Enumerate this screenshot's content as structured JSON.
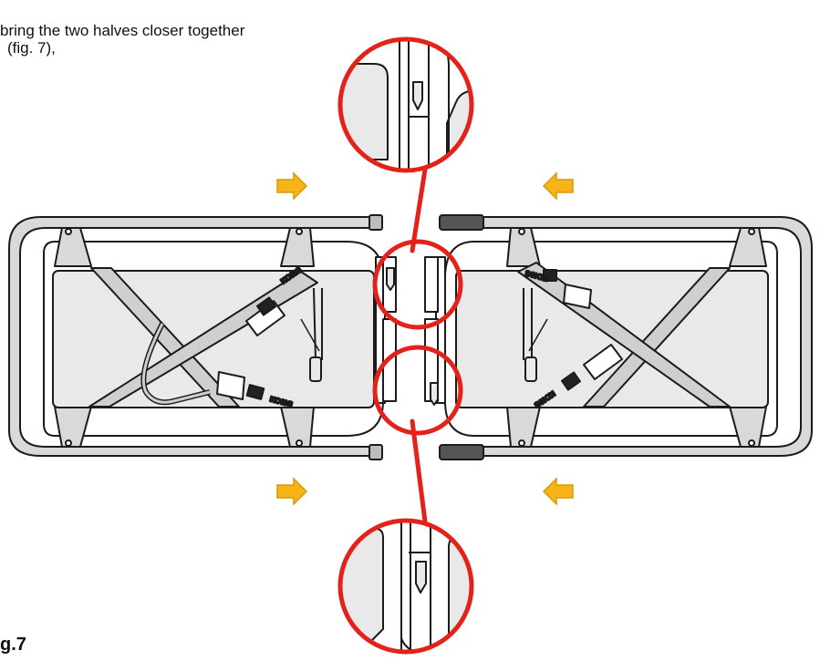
{
  "caption": {
    "line1": "bring the two halves closer together",
    "line2": "(fig. 7),"
  },
  "figure_label": "g.7",
  "strap_brand": "KONG",
  "colors": {
    "arrow": "#f6b418",
    "arrow_stroke": "#d89a05",
    "magnifier": "#e32219",
    "board_fill": "#e9e9e9",
    "strap_fill": "#cfcfcf",
    "frame_fill": "#d9d9d9",
    "outline": "#1b1b1b"
  },
  "icons": [
    "arrow-right-icon",
    "arrow-left-icon",
    "magnifier-circle-icon",
    "kong-buckle-icon"
  ]
}
